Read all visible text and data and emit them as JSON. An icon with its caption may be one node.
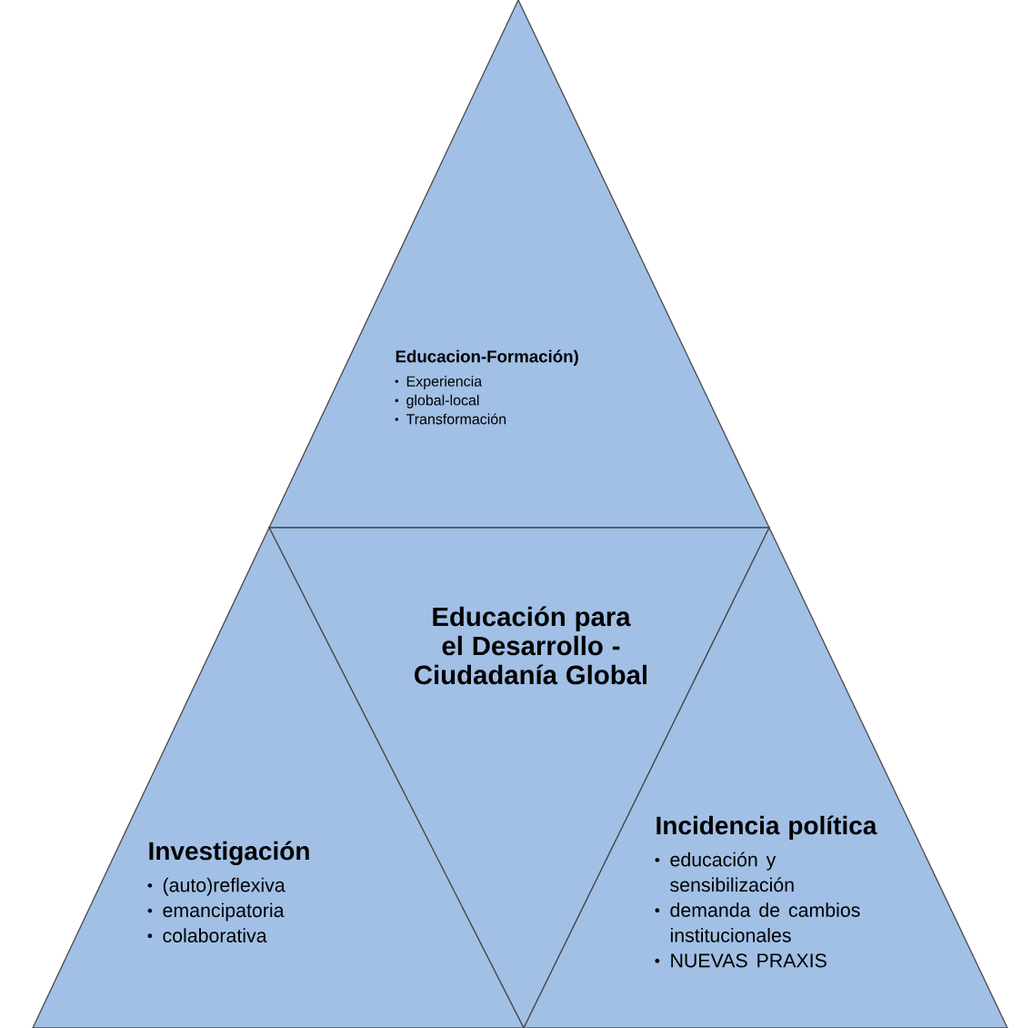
{
  "diagram": {
    "nodes": [
      {
        "text": [
          "Educacion-Formación)",
          "Experiencia",
          "global-local",
          "Transformación"
        ]
      },
      {
        "text": [
          "Educación para el Desarrollo - Ciudadanía Global"
        ]
      },
      {
        "text": [
          "Investigación",
          "(auto)reflexiva",
          "emancipatoria",
          "colaborativa"
        ]
      },
      {
        "text": [
          "Incidencia política",
          "educación y sensibilización",
          "demanda de cambios institucionales",
          "NUEVAS PRAXIS"
        ]
      }
    ]
  }
}
